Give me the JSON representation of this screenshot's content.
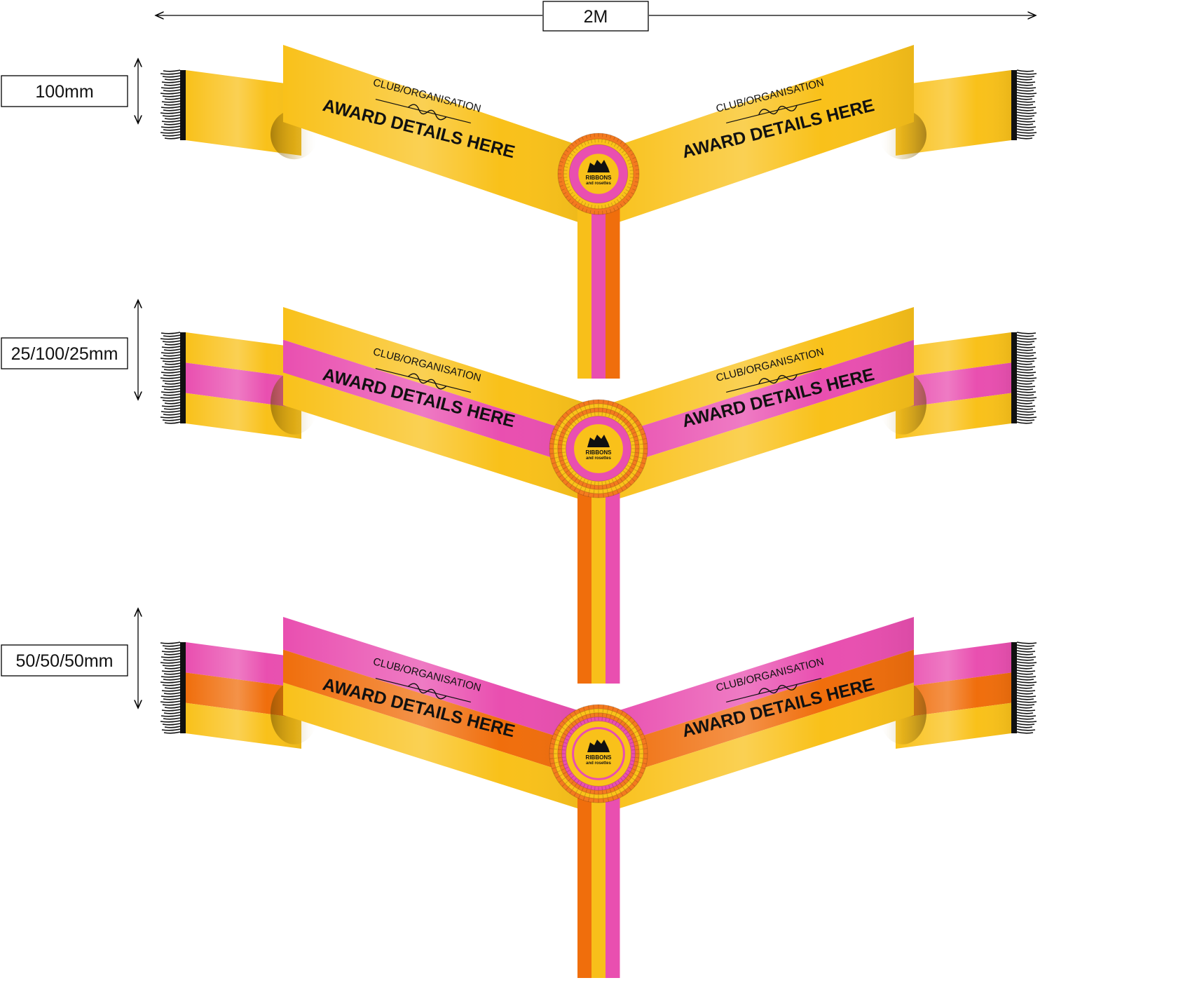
{
  "dimensions": {
    "width_label": "2M",
    "heights": [
      "100mm",
      "25/100/25mm",
      "50/50/50mm"
    ]
  },
  "sashes": [
    {
      "club_left": "CLUB/ORGANISATION",
      "award_left": "AWARD DETAILS HERE",
      "club_right": "CLUB/ORGANISATION",
      "award_right": "AWARD DETAILS HERE",
      "stripes": [
        "#f9c11a"
      ],
      "rosette_rings": [
        "#f47a1f",
        "#fbc21a",
        "#e94fb0"
      ],
      "tail_stripes": [
        "#f8bf1a",
        "#e94fb0",
        "#f06e0c"
      ]
    },
    {
      "club_left": "CLUB/ORGANISATION",
      "award_left": "AWARD DETAILS HERE",
      "club_right": "CLUB/ORGANISATION",
      "award_right": "AWARD DETAILS HERE",
      "stripes": [
        "#f9c11a",
        "#e94fb0",
        "#f9c11a"
      ],
      "rosette_rings": [
        "#f47a1f",
        "#fbc21a",
        "#f47a1f",
        "#fbc21a",
        "#e94fb0"
      ],
      "tail_stripes": [
        "#f06e0c",
        "#f8bf1a",
        "#e94fb0"
      ]
    },
    {
      "club_left": "CLUB/ORGANISATION",
      "award_left": "AWARD DETAILS HERE",
      "club_right": "CLUB/ORGANISATION",
      "award_right": "AWARD DETAILS HERE",
      "stripes": [
        "#e94fb0",
        "#f06e0c",
        "#f9c11a"
      ],
      "rosette_rings": [
        "#f47a1f",
        "#fbc21a",
        "#f47a1f",
        "#e94fb0",
        "#fbc21a"
      ],
      "tail_stripes": [
        "#f06e0c",
        "#f8bf1a",
        "#e94fb0"
      ]
    }
  ],
  "logo": {
    "line1": "RIBBONS",
    "line2": "and rosettes"
  },
  "colors": {
    "fringe": "#111111",
    "outline": "#000000"
  }
}
